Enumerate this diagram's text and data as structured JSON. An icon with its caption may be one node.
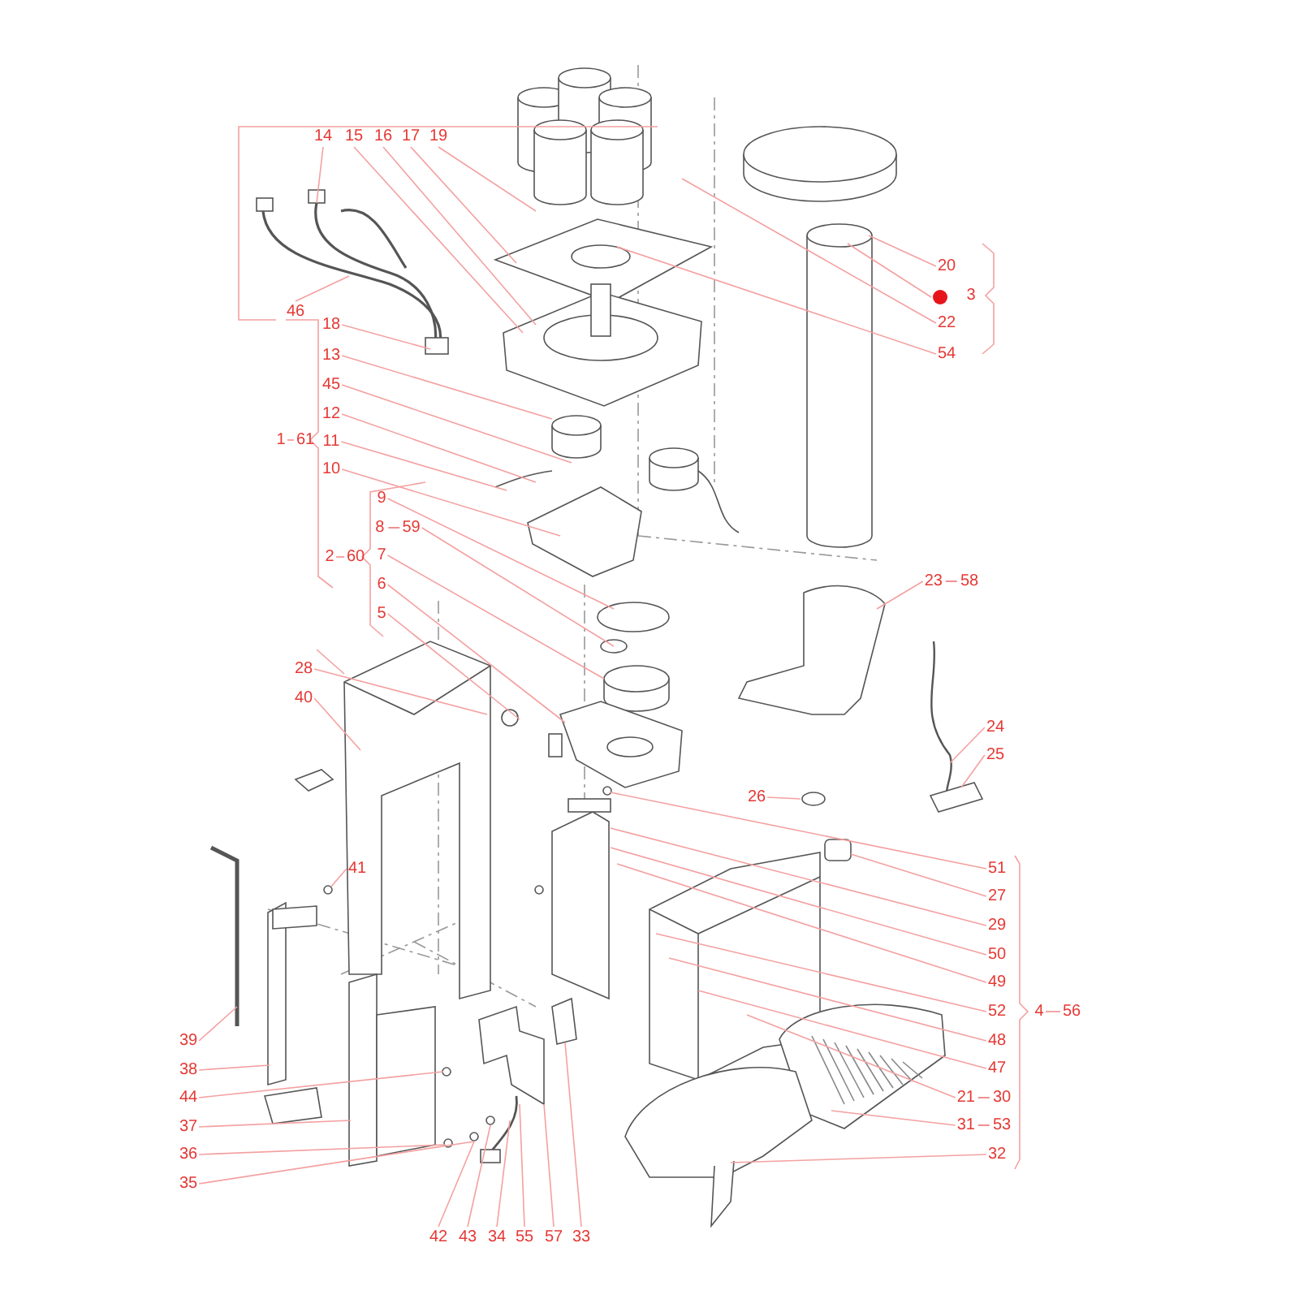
{
  "diagram": {
    "nodes": [
      {
        "text": [
          "14"
        ]
      },
      {
        "text": [
          "15"
        ]
      },
      {
        "text": [
          "16"
        ]
      },
      {
        "text": [
          "17"
        ]
      },
      {
        "text": [
          "19"
        ]
      },
      {
        "text": [
          "20"
        ]
      },
      {
        "text": [],
        "shape": "circle"
      },
      {
        "text": [
          "22"
        ]
      },
      {
        "text": [
          "54"
        ]
      },
      {
        "text": [
          "46"
        ]
      },
      {
        "text": [
          "18"
        ]
      },
      {
        "text": [
          "13"
        ]
      },
      {
        "text": [
          "45"
        ]
      },
      {
        "text": [
          "12"
        ]
      },
      {
        "text": [
          "11"
        ]
      },
      {
        "text": [
          "10"
        ]
      },
      {
        "text": [
          "9"
        ]
      },
      {
        "text": [
          "8",
          "59"
        ]
      },
      {
        "text": [
          "7"
        ]
      },
      {
        "text": [
          "6"
        ]
      },
      {
        "text": [
          "5"
        ]
      },
      {
        "text": [
          "23",
          "58"
        ]
      },
      {
        "text": [
          "28"
        ]
      },
      {
        "text": [
          "40"
        ]
      },
      {
        "text": [
          "24"
        ]
      },
      {
        "text": [
          "25"
        ]
      },
      {
        "text": [
          "26"
        ]
      },
      {
        "text": [
          "51"
        ]
      },
      {
        "text": [
          "41"
        ]
      },
      {
        "text": [
          "27"
        ]
      },
      {
        "text": [
          "29"
        ]
      },
      {
        "text": [
          "50"
        ]
      },
      {
        "text": [
          "49"
        ]
      },
      {
        "text": [
          "52"
        ]
      },
      {
        "text": [
          "48"
        ]
      },
      {
        "text": [
          "47"
        ]
      },
      {
        "text": [
          "21",
          "30"
        ]
      },
      {
        "text": [
          "31",
          "53"
        ]
      },
      {
        "text": [
          "32"
        ]
      },
      {
        "text": [
          "39"
        ]
      },
      {
        "text": [
          "38"
        ]
      },
      {
        "text": [
          "44"
        ]
      },
      {
        "text": [
          "37"
        ]
      },
      {
        "text": [
          "36"
        ]
      },
      {
        "text": [
          "35"
        ]
      },
      {
        "text": [
          "42"
        ]
      },
      {
        "text": [
          "43"
        ]
      },
      {
        "text": [
          "34"
        ]
      },
      {
        "text": [
          "55"
        ]
      },
      {
        "text": [
          "57"
        ]
      },
      {
        "text": [
          "33"
        ]
      }
    ],
    "edges": [
      {
        "from": 0,
        "to": null,
        "arrow": "none"
      },
      {
        "from": 1,
        "to": null,
        "arrow": "none"
      },
      {
        "from": 2,
        "to": null,
        "arrow": "none"
      },
      {
        "from": 3,
        "to": null,
        "arrow": "none"
      },
      {
        "from": 4,
        "to": null,
        "arrow": "none"
      },
      {
        "from": 5,
        "to": null,
        "arrow": "none"
      },
      {
        "from": 6,
        "to": null,
        "arrow": "none"
      },
      {
        "from": 7,
        "to": null,
        "arrow": "none"
      },
      {
        "from": 8,
        "to": null,
        "arrow": "none"
      },
      {
        "from": 9,
        "to": null,
        "arrow": "none"
      },
      {
        "from": 10,
        "to": null,
        "arrow": "none"
      },
      {
        "from": 11,
        "to": null,
        "arrow": "none"
      },
      {
        "from": 12,
        "to": null,
        "arrow": "none"
      },
      {
        "from": 13,
        "to": null,
        "arrow": "none"
      },
      {
        "from": 14,
        "to": null,
        "arrow": "none"
      },
      {
        "from": 15,
        "to": null,
        "arrow": "none"
      },
      {
        "from": 16,
        "to": null,
        "arrow": "none"
      },
      {
        "from": 17,
        "to": null,
        "arrow": "none"
      },
      {
        "from": 18,
        "to": null,
        "arrow": "none"
      },
      {
        "from": 19,
        "to": null,
        "arrow": "none"
      },
      {
        "from": 20,
        "to": null,
        "arrow": "none"
      },
      {
        "from": 21,
        "to": null,
        "arrow": "none"
      },
      {
        "from": 22,
        "to": null,
        "arrow": "none"
      },
      {
        "from": 23,
        "to": null,
        "arrow": "none"
      },
      {
        "from": 24,
        "to": null,
        "arrow": "none"
      },
      {
        "from": 25,
        "to": null,
        "arrow": "none"
      },
      {
        "from": 26,
        "to": null,
        "arrow": "none"
      },
      {
        "from": 27,
        "to": null,
        "arrow": "none"
      },
      {
        "from": 28,
        "to": null,
        "arrow": "none"
      },
      {
        "from": 29,
        "to": null,
        "arrow": "none"
      },
      {
        "from": 30,
        "to": null,
        "arrow": "none"
      },
      {
        "from": 31,
        "to": null,
        "arrow": "none"
      },
      {
        "from": 32,
        "to": null,
        "arrow": "none"
      },
      {
        "from": 33,
        "to": null,
        "arrow": "none"
      },
      {
        "from": 34,
        "to": null,
        "arrow": "none"
      },
      {
        "from": 35,
        "to": null,
        "arrow": "none"
      },
      {
        "from": 36,
        "to": null,
        "arrow": "none"
      },
      {
        "from": 37,
        "to": null,
        "arrow": "none"
      },
      {
        "from": 38,
        "to": null,
        "arrow": "none"
      },
      {
        "from": 39,
        "to": null,
        "arrow": "none"
      },
      {
        "from": 40,
        "to": null,
        "arrow": "none"
      },
      {
        "from": 41,
        "to": null,
        "arrow": "none"
      },
      {
        "from": 42,
        "to": null,
        "arrow": "none"
      },
      {
        "from": 43,
        "to": null,
        "arrow": "none"
      },
      {
        "from": 44,
        "to": null,
        "arrow": "none"
      },
      {
        "from": 45,
        "to": null,
        "arrow": "none"
      },
      {
        "from": 46,
        "to": null,
        "arrow": "none"
      },
      {
        "from": 47,
        "to": null,
        "arrow": "none"
      },
      {
        "from": 48,
        "to": null,
        "arrow": "none"
      },
      {
        "from": 49,
        "to": null,
        "arrow": "none"
      },
      {
        "from": 50,
        "to": null,
        "arrow": "none"
      }
    ],
    "labels": [
      "3",
      "1",
      "61",
      "2",
      "60",
      "4",
      "56"
    ]
  }
}
